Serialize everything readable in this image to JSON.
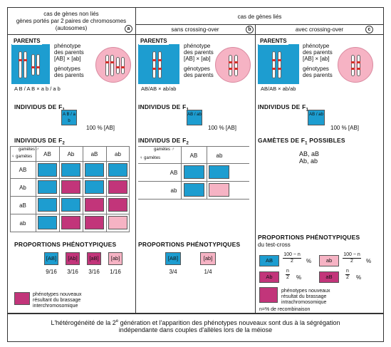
{
  "caption": {
    "line1": "L'hétérogénéité de la 2",
    "sup": "e",
    "line1b": " génération et l'apparition des phénotypes nouveaux sont dus à la ségrégation",
    "line2": "indépendante dans couples d'allèles lors de la méiose"
  },
  "col_a": {
    "header1": "cas de gènes non liés",
    "header2": "gènes portés par 2 paires de chromosomes",
    "header3": "(autosomes)",
    "letter": "a",
    "parents": "PARENTS",
    "phenotype_label1": "phénotype",
    "phenotype_label2": "des parents",
    "phenotype_value": "[AB] × [ab]",
    "genotype_label1": "génotypes",
    "genotype_label2": "des parents",
    "genotype_value": "A B / A B × a b / a b",
    "f1_title": "INDIVIDUS DE F",
    "f1_sub": "1",
    "f1_cell": "A B / a b",
    "f1_percent": "100 % [AB]",
    "f2_title": "INDIVIDUS DE F",
    "f2_sub": "2",
    "gametes_female": "gamètes",
    "gametes_male": "gamètes",
    "col_headers": [
      "AB",
      "Ab",
      "aB",
      "ab"
    ],
    "row_headers": [
      "AB",
      "Ab",
      "aB",
      "ab"
    ],
    "prop_title": "PROPORTIONS PHÉNOTYPIQUES",
    "phenotypes": [
      "[AB]",
      "[Ab]",
      "[aB]",
      "[ab]"
    ],
    "fractions": [
      "9/16",
      "3/16",
      "3/16",
      "1/16"
    ],
    "legend1": "phénotypes nouveaux",
    "legend2": "résultant du brassage",
    "legend3": "interchromosomique"
  },
  "col_b": {
    "header_top": "cas de gènes liés",
    "header": "sans crossing-over",
    "letter": "b",
    "parents": "PARENTS",
    "phenotype_label1": "phénotype",
    "phenotype_label2": "des parents",
    "phenotype_value": "[AB] × [ab]",
    "genotype_label1": "génotypes",
    "genotype_label2": "des parents",
    "genotype_value": "AB/AB × ab/ab",
    "f1_title": "INDIVIDUS DE F",
    "f1_sub": "1",
    "f1_cell": "AB / ab",
    "f1_percent": "100 % [AB]",
    "f2_title": "INDIVIDUS DE F",
    "f2_sub": "2",
    "gametes_female": "gamètes",
    "gametes_male": "gamètes",
    "col_headers": [
      "AB",
      "ab"
    ],
    "row_headers": [
      "AB",
      "ab"
    ],
    "prop_title": "PROPORTIONS PHÉNOTYPIQUES",
    "phenotypes": [
      "[AB]",
      "[ab]"
    ],
    "fractions": [
      "3/4",
      "1/4"
    ]
  },
  "col_c": {
    "header": "avec crossing-over",
    "letter": "c",
    "parents": "PARENTS",
    "phenotype_label1": "phénotype",
    "phenotype_label2": "des parents",
    "phenotype_value": "[AB] × [ab]",
    "genotype_label1": "génotypes",
    "genotype_label2": "des parents",
    "genotype_value": "AB/AB × ab/ab",
    "f1_title": "INDIVIDUS DE F",
    "f1_sub": "1",
    "f1_cell": "AB / ab",
    "f1_percent": "100 % [AB]",
    "gametes_title": "GAMÈTES DE F",
    "gametes_sub": "1",
    "gametes_title2": "POSSIBLES",
    "gametes_list1": "AB, aB",
    "gametes_list2": "Ab, ab",
    "prop_title": "PROPORTIONS PHÉNOTYPIQUES",
    "prop_sub": "du test-cross",
    "boxes": [
      "AB",
      "ab",
      "Ab",
      "aB"
    ],
    "formula_major": "100 − n",
    "formula_minor": "n",
    "formula_den": "2",
    "pct": "%",
    "legend1": "phénotypes nouveaux",
    "legend2": "résultat du brassage",
    "legend3": "intrachromosomique",
    "legend4": "n=% de recombinaison"
  }
}
